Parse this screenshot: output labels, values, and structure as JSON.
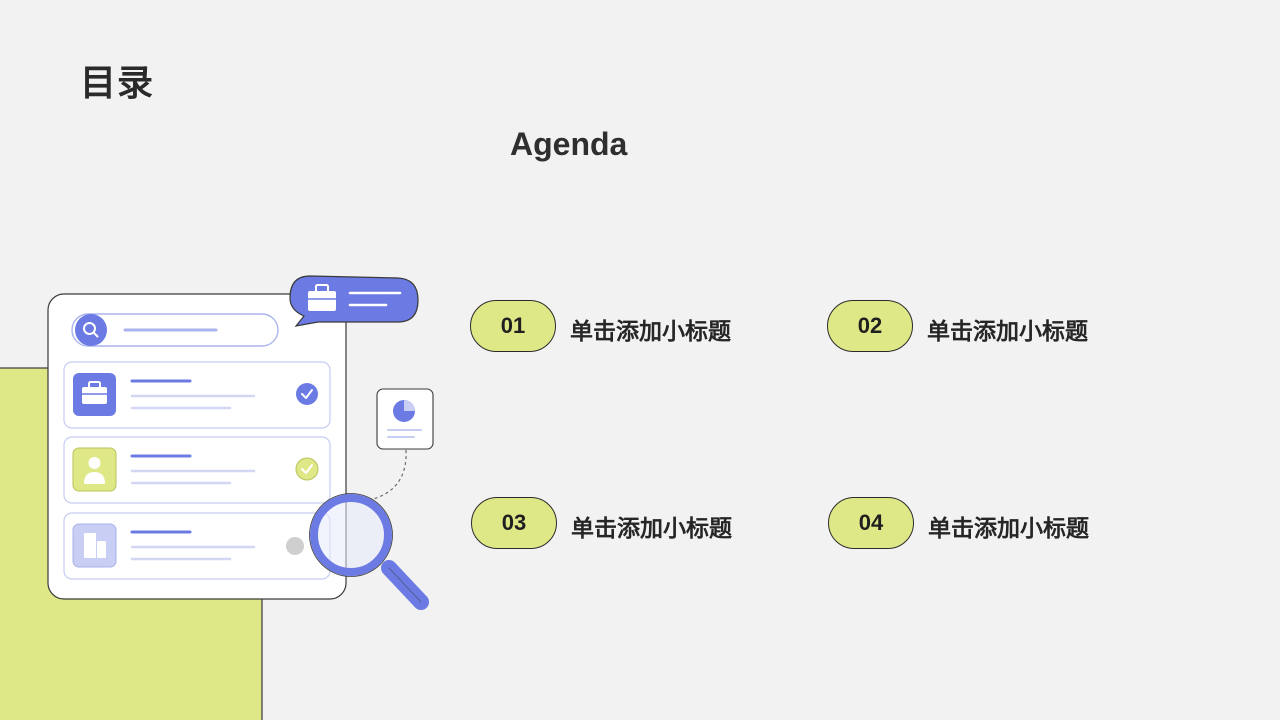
{
  "page": {
    "title": "目录",
    "subtitle": "Agenda"
  },
  "agenda": [
    {
      "number": "01",
      "label": "单击添加小标题"
    },
    {
      "number": "02",
      "label": "单击添加小标题"
    },
    {
      "number": "03",
      "label": "单击添加小标题"
    },
    {
      "number": "04",
      "label": "单击添加小标题"
    }
  ],
  "colors": {
    "background": "#f2f2f2",
    "accent_lime": "#dfe887",
    "accent_blue": "#6b7be3",
    "text": "#2a2a2a"
  },
  "illustration": {
    "icons": [
      "search-icon",
      "briefcase-icon",
      "check-icon",
      "user-icon",
      "building-icon",
      "pie-chart-icon",
      "magnifier-icon"
    ]
  }
}
